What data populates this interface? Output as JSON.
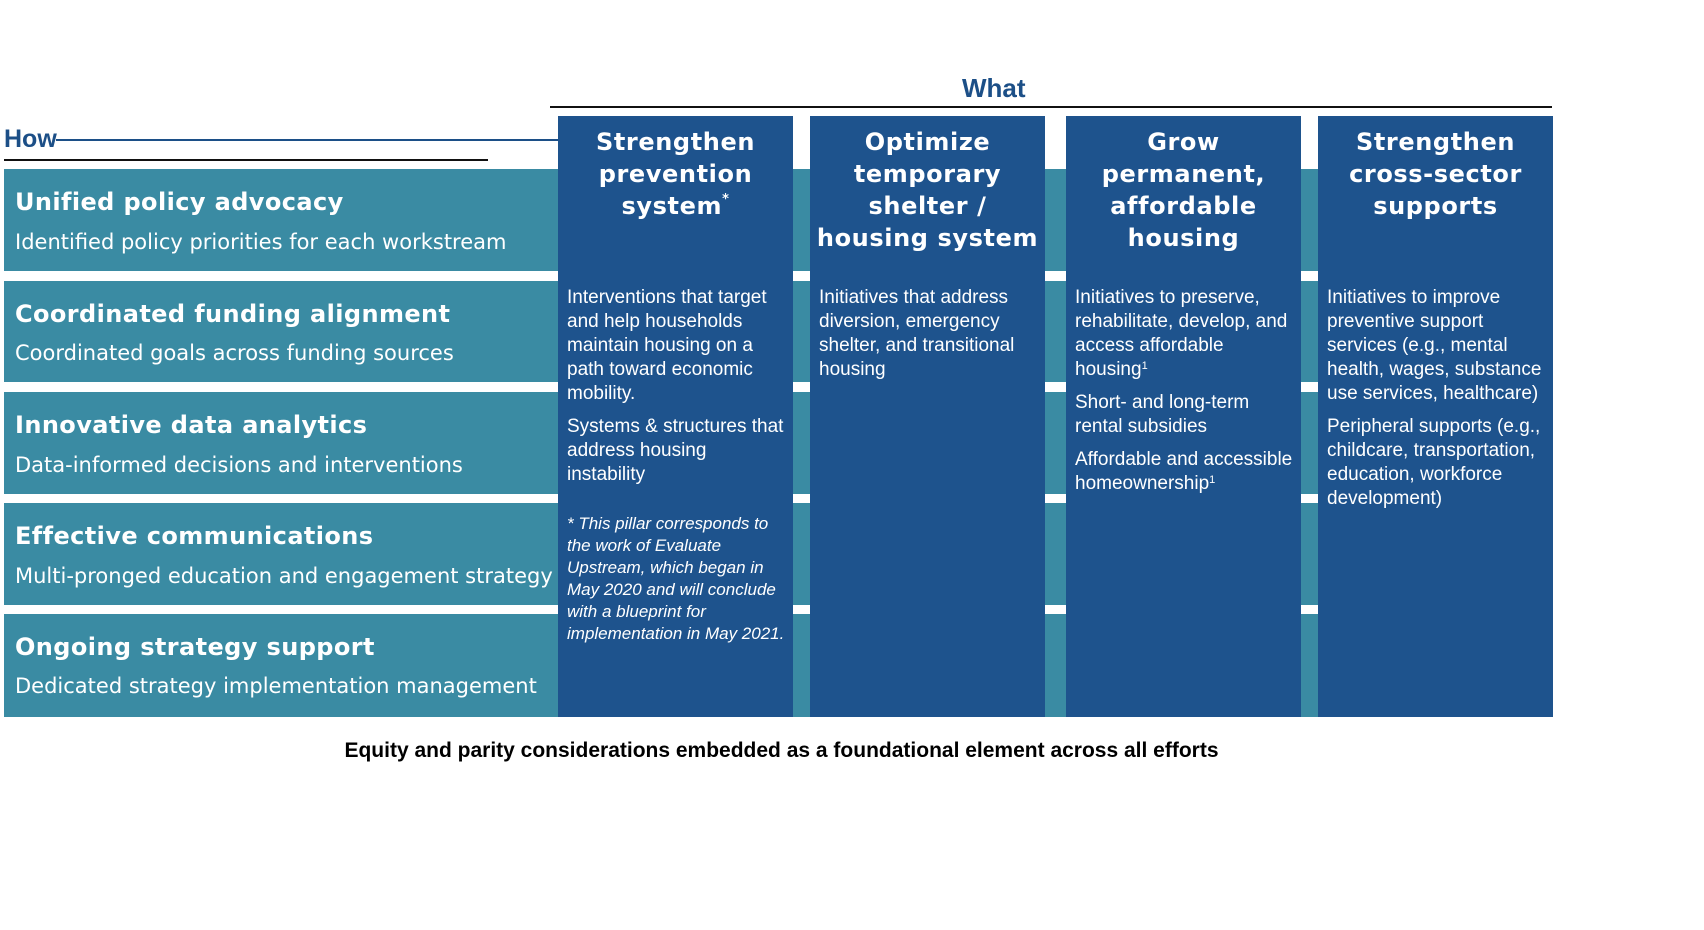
{
  "header": {
    "what": "What",
    "how": "How"
  },
  "rows": [
    {
      "title": "Unified policy advocacy",
      "subtitle": "Identified policy priorities for each workstream"
    },
    {
      "title": "Coordinated funding alignment",
      "subtitle": "Coordinated goals across funding sources"
    },
    {
      "title": "Innovative data analytics",
      "subtitle": "Data-informed decisions and interventions"
    },
    {
      "title": "Effective communications",
      "subtitle": "Multi-pronged education and engagement strategy"
    },
    {
      "title": "Ongoing strategy support",
      "subtitle": "Dedicated strategy implementation management"
    }
  ],
  "columns": [
    {
      "heading_lines": [
        "Strengthen",
        "prevention",
        "system"
      ],
      "heading_mark": "*",
      "paragraphs": [
        {
          "text": "Interventions that target and help households maintain housing on a path toward economic mobility.",
          "sup": ""
        },
        {
          "text": "Systems & structures that address housing instability",
          "sup": ""
        }
      ],
      "note": "* This pillar corresponds to the work of Evaluate Upstream, which began in May 2020 and will conclude with a blueprint for implementation  in May 2021."
    },
    {
      "heading_lines": [
        "Optimize",
        "temporary",
        "shelter /",
        "housing system"
      ],
      "heading_mark": "",
      "paragraphs": [
        {
          "text": "Initiatives that address diversion, emergency shelter, and transitional housing",
          "sup": ""
        }
      ],
      "note": ""
    },
    {
      "heading_lines": [
        "Grow",
        "permanent,",
        "affordable",
        "housing"
      ],
      "heading_mark": "",
      "paragraphs": [
        {
          "text": "Initiatives to preserve, rehabilitate, develop, and access affordable housing",
          "sup": "1"
        },
        {
          "text": "Short- and long-term rental subsidies",
          "sup": ""
        },
        {
          "text": "Affordable and accessible homeownership",
          "sup": "1"
        }
      ],
      "note": ""
    },
    {
      "heading_lines": [
        "Strengthen",
        "cross-sector",
        "supports"
      ],
      "heading_mark": "",
      "paragraphs": [
        {
          "text": "Initiatives to improve preventive support services (e.g., mental health, wages, substance use services, healthcare)",
          "sup": ""
        },
        {
          "text": "Peripheral supports (e.g., childcare, transportation, education, workforce development)",
          "sup": ""
        }
      ],
      "note": ""
    }
  ],
  "footer": "Equity and parity considerations embedded as a foundational element across all efforts"
}
